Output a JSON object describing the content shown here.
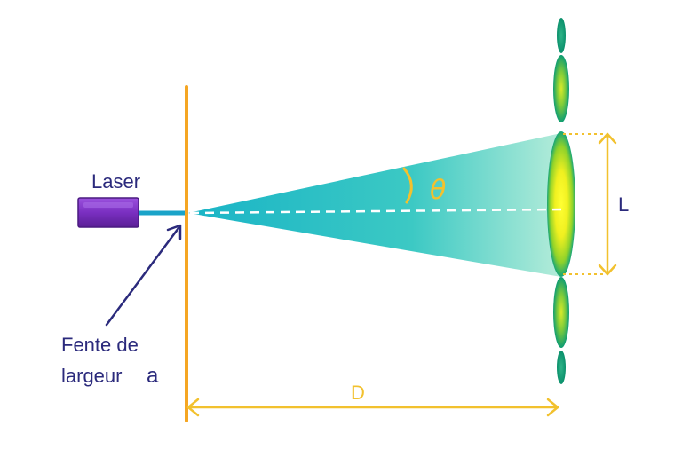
{
  "labels": {
    "laser": "Laser",
    "slit_line1": "Fente de",
    "slit_line2": "largeur",
    "slit_width_symbol": "a",
    "distance": "D",
    "central_width": "L",
    "angle": "θ"
  },
  "colors": {
    "screen": "#f5a623",
    "laser_body": "#7b2fbf",
    "laser_beam": "#1aa3c8",
    "cone_near": "#1fb8c6",
    "cone_far": "#9ee6d3",
    "annotation": "#f2c12e",
    "dashed_axis": "#ffffff",
    "text_navy": "#2b2a7c",
    "pointer_arrow": "#2b2a7c",
    "fringe_center": "#f5f51a",
    "fringe_edge": "#0fa37f"
  },
  "icons": {
    "laser": "laser-box-icon",
    "pointer": "arrow-icon"
  }
}
